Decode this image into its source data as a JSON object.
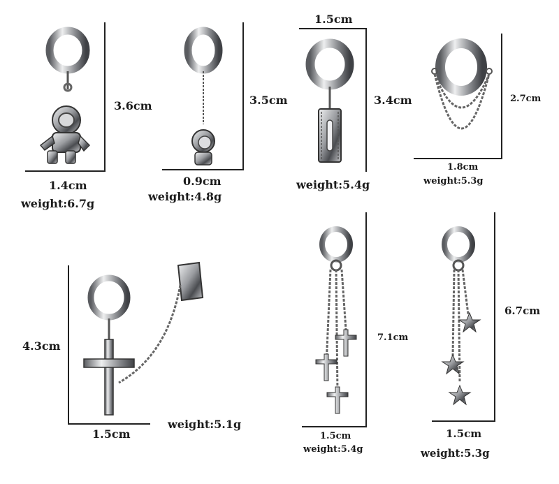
{
  "colors": {
    "metal": "#8e9094",
    "metal_dark": "#3d3f43",
    "metal_light": "#e4e5e7",
    "text": "#1c1c1c"
  },
  "items": [
    {
      "name": "astronaut-earring",
      "height": "3.6cm",
      "width": "1.4cm",
      "weight": "weight:6.7g"
    },
    {
      "name": "boy-earring",
      "height": "3.5cm",
      "width": "0.9cm",
      "weight": "weight:4.8g"
    },
    {
      "name": "razor-earring",
      "height": "3.4cm",
      "width": "1.5cm",
      "weight": "weight:5.4g"
    },
    {
      "name": "chain-hoop-earring",
      "height": "2.7cm",
      "width": "1.8cm",
      "weight": "weight:5.3g"
    },
    {
      "name": "cross-cuff-earring",
      "height": "4.3cm",
      "width": "1.5cm",
      "weight": "weight:5.1g"
    },
    {
      "name": "tassel-cross-earring",
      "height": "7.1cm",
      "width": "1.5cm",
      "weight": "weight:5.4g"
    },
    {
      "name": "tassel-star-earring",
      "height": "6.7cm",
      "width": "1.5cm",
      "weight": "weight:5.3g"
    }
  ]
}
